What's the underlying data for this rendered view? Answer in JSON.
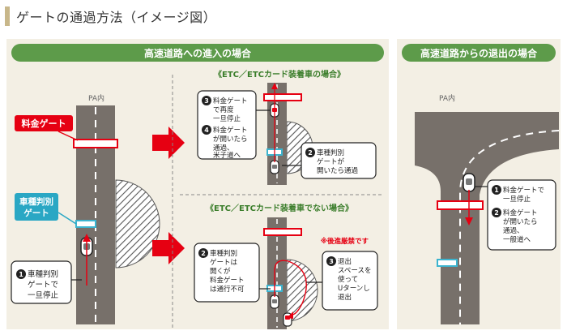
{
  "page": {
    "title": "ゲートの通過方法（イメージ図）"
  },
  "left_section": {
    "header": "高速道路への進入の場合",
    "pa_label": "PA内",
    "toll_gate_label": "料金ゲート",
    "vehicle_gate_label": [
      "車種判別",
      "ゲート"
    ],
    "stop_callout": [
      "車種判別",
      "ゲートで",
      "一旦停止"
    ],
    "etc_case": {
      "title": "《ETC／ETCカード装着車の場合》",
      "step3": [
        "料金ゲート",
        "で再度",
        "一旦停止"
      ],
      "step4": [
        "料金ゲート",
        "が開いたら",
        "通過、",
        "米子道へ"
      ],
      "step2": [
        "車種判別",
        "ゲートが",
        "開いたら通過"
      ]
    },
    "non_etc_case": {
      "title": "《ETC／ETCカード装着車でない場合》",
      "warning": "※後進厳禁です",
      "step2": [
        "車種判別",
        "ゲートは",
        "開くが",
        "料金ゲート",
        "は通行不可"
      ],
      "step3": [
        "退出",
        "スペースを",
        "使って",
        "Uターンし",
        "退出"
      ]
    }
  },
  "right_section": {
    "header": "高速道路からの退出の場合",
    "pa_label": "PA内",
    "step1": [
      "料金ゲートで",
      "一旦停止"
    ],
    "step2": [
      "料金ゲート",
      "が開いたら",
      "通過、",
      "一般道へ"
    ]
  },
  "colors": {
    "road": "#77706a",
    "accent_red": "#e60012",
    "header_green": "#5d9b4a",
    "panel_bg": "#f3efe4",
    "gate_blue": "#3cb4cf",
    "label_blue": "#2aa7c4"
  }
}
